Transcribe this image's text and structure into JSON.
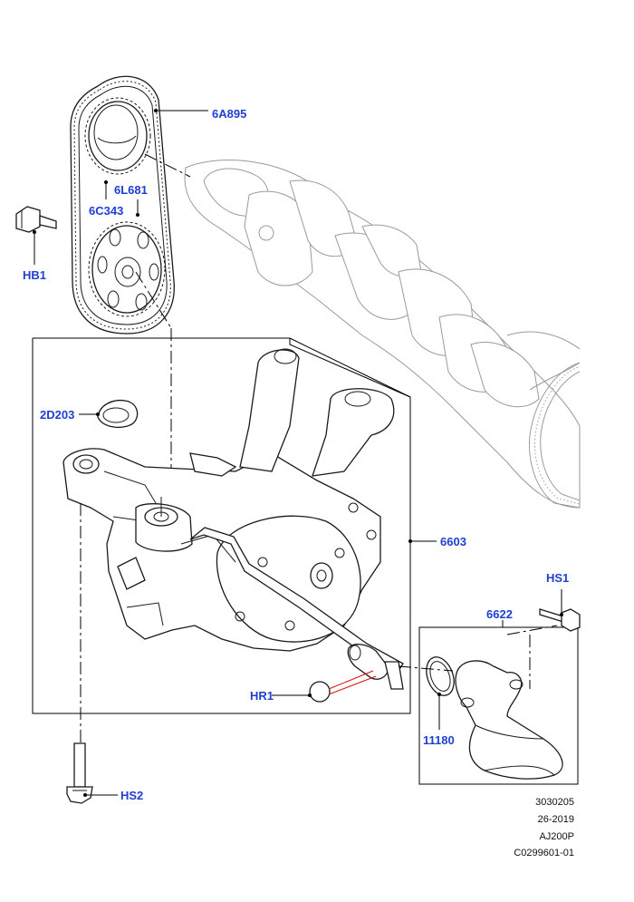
{
  "callouts": {
    "chain": "6A895",
    "camshaft_sprocket": "6C343",
    "pump_sprocket": "6L681",
    "sprocket_bolt": "HB1",
    "gasket_2d203": "2D203",
    "oil_pump": "6603",
    "bolt_hs1": "HS1",
    "pickup_tube": "6622",
    "plug_hr1": "HR1",
    "o_ring": "11180",
    "bolt_hs2": "HS2"
  },
  "reference": {
    "line1": "3030205",
    "line2": "26-2019",
    "line3": "AJ200P",
    "line4": "C0299601-01"
  },
  "colors": {
    "callout": "#1f3fd1",
    "line": "#000000",
    "ghost": "#9a9a9a",
    "highlight_leader": "#d01010"
  }
}
